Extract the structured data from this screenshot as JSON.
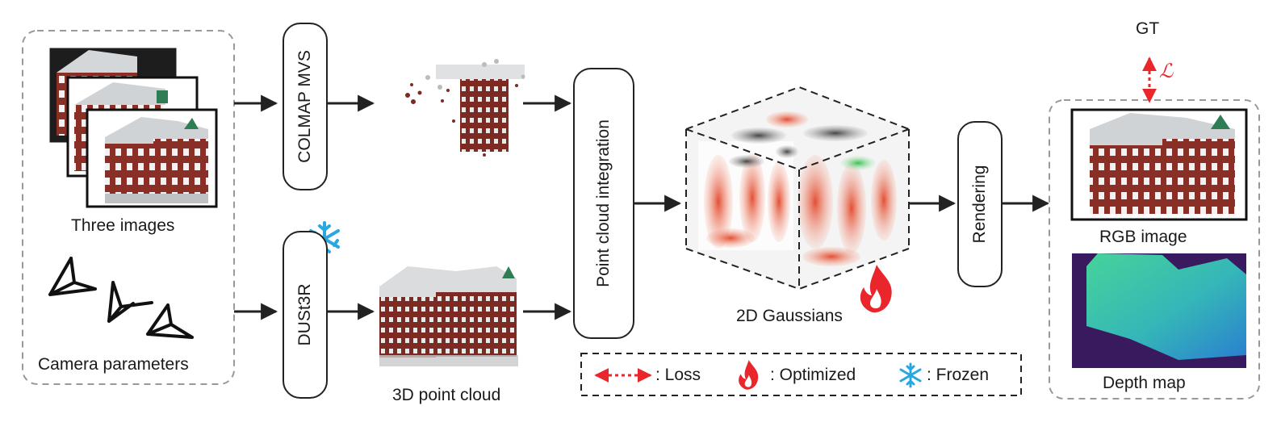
{
  "input": {
    "images_label": "Three images",
    "camera_label": "Camera parameters"
  },
  "stages": {
    "colmap": "COLMAP MVS",
    "dust3r": "DUSt3R",
    "integration": "Point cloud integration",
    "rendering": "Rendering"
  },
  "labels": {
    "point_cloud": "3D point cloud",
    "gaussians": "2D Gaussians",
    "gt": "GT",
    "loss_symbol": "ℒ"
  },
  "outputs": {
    "rgb_label": "RGB image",
    "depth_label": "Depth map"
  },
  "legend": {
    "loss": ": Loss",
    "optimized": ": Optimized",
    "frozen": ": Frozen"
  },
  "colors": {
    "loss_red": "#e8262b",
    "frozen_blue": "#29a8e0",
    "brick": "#8a2f25",
    "roof": "#cfd3d6",
    "gaussian_red": "#e55a3a",
    "depth_teal": "#3fc7a8",
    "depth_purple": "#3a1a5e"
  },
  "icons": [
    "snowflake-icon",
    "flame-icon",
    "camera-frustum-icon"
  ]
}
